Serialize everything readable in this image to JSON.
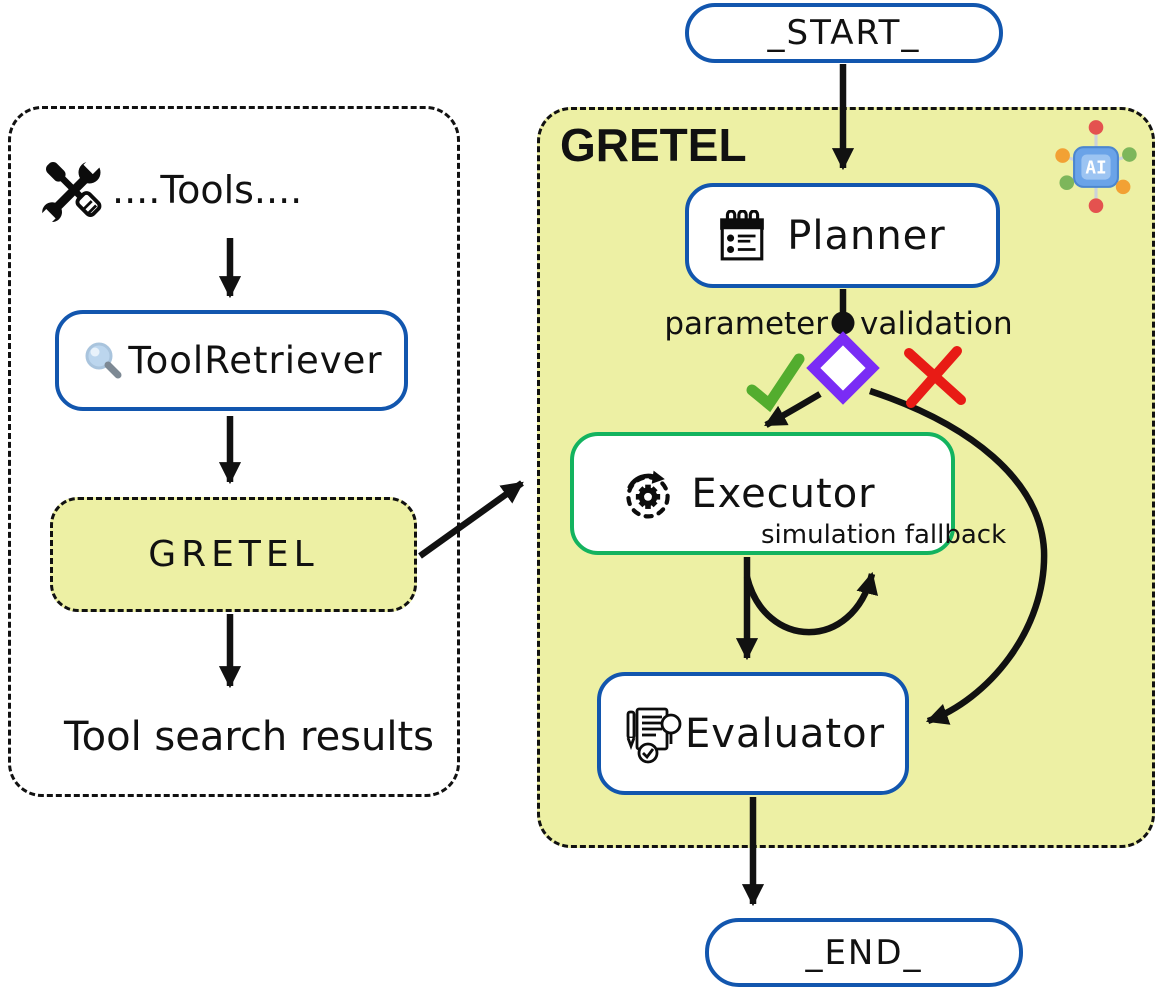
{
  "left_panel": {
    "tools_label": "....Tools....",
    "tool_retriever_label": "ToolRetriever",
    "gretel_box_label": "GRETEL",
    "results_label": "Tool search results"
  },
  "right_panel": {
    "title": "GRETEL",
    "ai_chip_label": "AI",
    "start_label": "_START_",
    "planner_label": "Planner",
    "parameter_label": "parameter",
    "validation_label": "validation",
    "executor_label": "Executor",
    "simulation_fallback_label": "simulation fallback",
    "evaluator_label": "Evaluator",
    "end_label": "_END_"
  },
  "colors": {
    "panel_yellow": "#edf0a4",
    "node_blue_border": "#1256ae",
    "executor_green_border": "#13b35f",
    "decision_purple": "#7a2cf5",
    "check_green": "#53ad2e",
    "cross_red": "#e81b15",
    "edge_black": "#111111",
    "ai_chip_blue": "#6aa3e8",
    "ai_chip_inner_blue": "#9cc4f2",
    "dot_red": "#e4524f",
    "dot_orange": "#f2a134",
    "dot_green": "#7db65b"
  }
}
